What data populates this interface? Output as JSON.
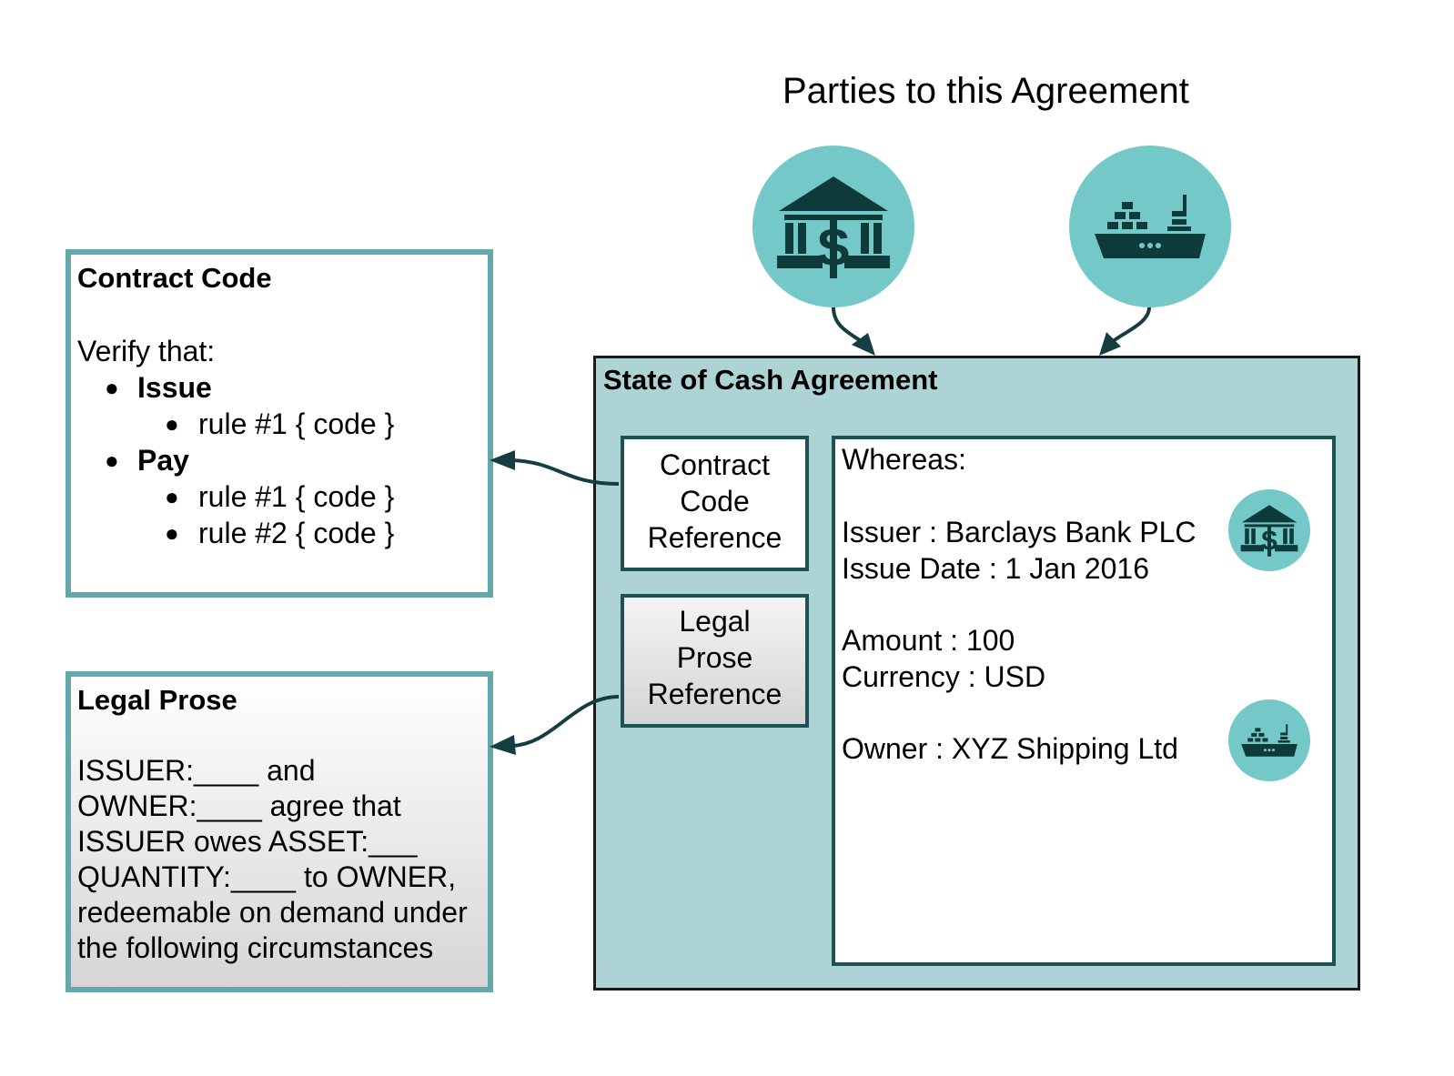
{
  "title": "Parties to this Agreement",
  "colors": {
    "teal_circle": "#74c8c7",
    "icon_dark": "#0f3a3a",
    "box_border": "#64a8ab",
    "state_fill": "#aed3d4",
    "arrow": "#163e40"
  },
  "parties": [
    {
      "icon": "bank-dollar-icon"
    },
    {
      "icon": "cargo-ship-icon"
    }
  ],
  "contract_code": {
    "title": "Contract Code",
    "intro": "Verify that:",
    "items": [
      {
        "label": "Issue",
        "rules": [
          "rule #1 { code }"
        ]
      },
      {
        "label": "Pay",
        "rules": [
          "rule #1 { code }",
          "rule #2 { code }"
        ]
      }
    ]
  },
  "legal_prose": {
    "title": "Legal Prose",
    "lines": [
      "ISSUER:____  and",
      "OWNER:____ agree that",
      "ISSUER owes ASSET:___",
      "QUANTITY:____ to OWNER,",
      "redeemable on demand under",
      "the following circumstances"
    ]
  },
  "state": {
    "title": "State of Cash Agreement",
    "contract_ref_lines": [
      "Contract",
      "Code",
      "Reference"
    ],
    "legal_ref_lines": [
      "Legal",
      "Prose",
      "Reference"
    ],
    "whereas": {
      "heading": "Whereas:",
      "issuer": "Issuer : Barclays Bank PLC",
      "issue_date": "Issue Date : 1 Jan 2016",
      "amount": "Amount : 100",
      "currency": "Currency : USD",
      "owner": "Owner : XYZ Shipping Ltd"
    }
  }
}
